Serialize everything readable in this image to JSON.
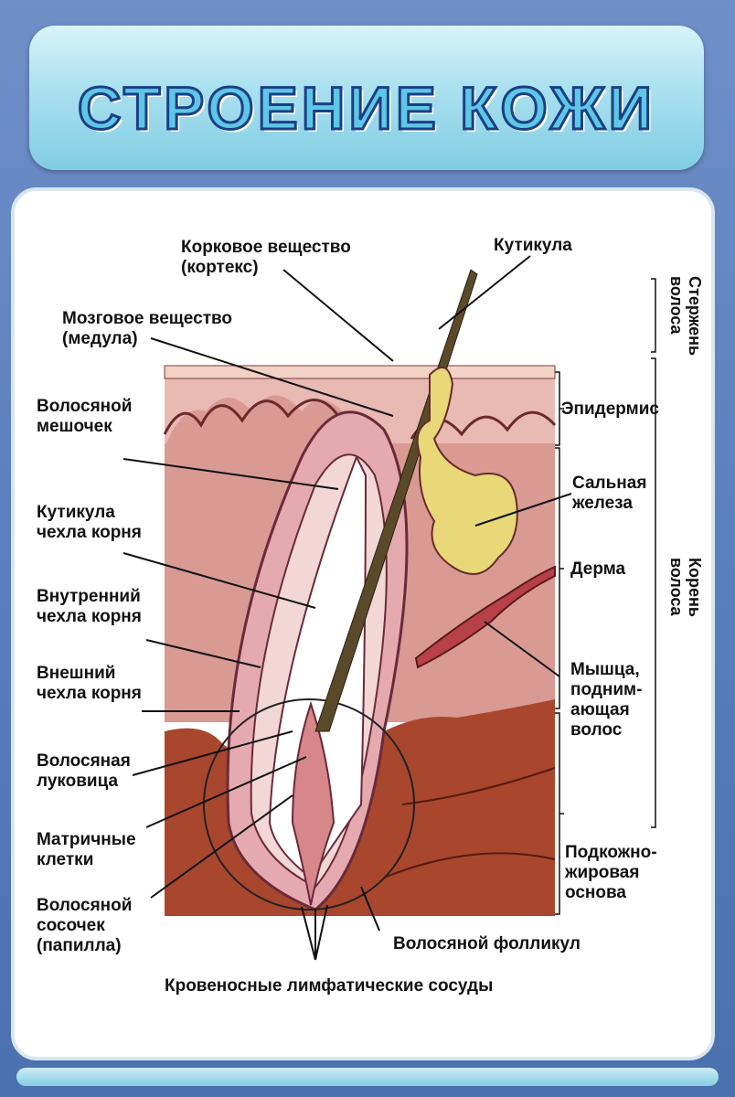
{
  "title": "СТРОЕНИЕ КОЖИ",
  "labels": {
    "cortex": [
      "Корковое вещество",
      "(кортекс)"
    ],
    "cuticle": "Кутикула",
    "medulla": [
      "Мозговое вещество",
      "(медула)"
    ],
    "hair_sac": [
      "Волосяной",
      "мешочек"
    ],
    "root_sheath_cuticle": [
      "Кутикула",
      "чехла корня"
    ],
    "inner_root_sheath": [
      "Внутренний",
      "чехла корня"
    ],
    "outer_root_sheath": [
      "Внешний",
      "чехла корня"
    ],
    "hair_bulb": [
      "Волосяная",
      "луковица"
    ],
    "matrix_cells": [
      "Матричные",
      "клетки"
    ],
    "papilla": [
      "Волосяной",
      "сосочек",
      "(папилла)"
    ],
    "vessels": "Кровеносные лимфатические сосуды",
    "follicle": "Волосяной фолликул",
    "epidermis": "Эпидермис",
    "sebaceous_gland": [
      "Сальная",
      "железа"
    ],
    "dermis": "Дерма",
    "muscle": [
      "Мышца,",
      "подним-",
      "ающая",
      "волос"
    ],
    "subcutaneous": [
      "Подкожно-",
      "жировая",
      "основа"
    ],
    "hair_shaft": [
      "Стержень",
      "волоса"
    ],
    "hair_root": [
      "Корень",
      "волоса"
    ]
  },
  "colors": {
    "epidermis": "#e9b9b4",
    "dermis": "#d89a93",
    "subcutaneous": "#a8472e",
    "gland": "#e8d878",
    "hair": "#5a4a2a"
  }
}
